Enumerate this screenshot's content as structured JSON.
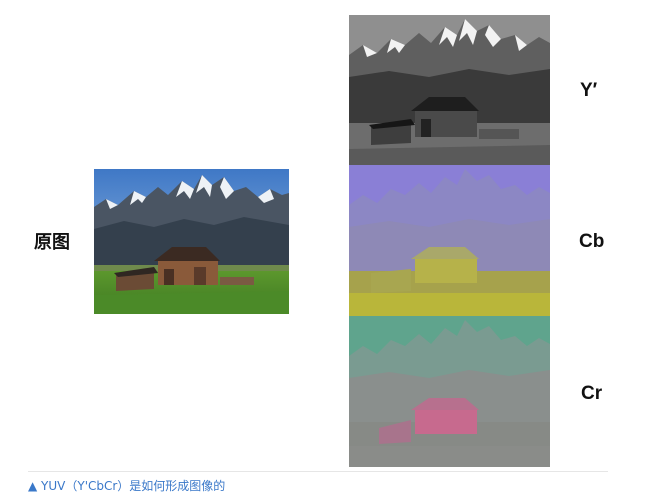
{
  "labels": {
    "original": "原图",
    "y_channel": "Y′",
    "cb_channel": "Cb",
    "cr_channel": "Cr"
  },
  "caption": {
    "text": "▲ YUV（Y'CbCr）是如何形成图像的"
  },
  "colors": {
    "caption": "#3a78c9",
    "cb_tint": "#8a7fd6",
    "cr_tint": "#5fa48d",
    "cb_barn_tint": "#b9b63a",
    "cr_barn_tint": "#c76a8e"
  }
}
